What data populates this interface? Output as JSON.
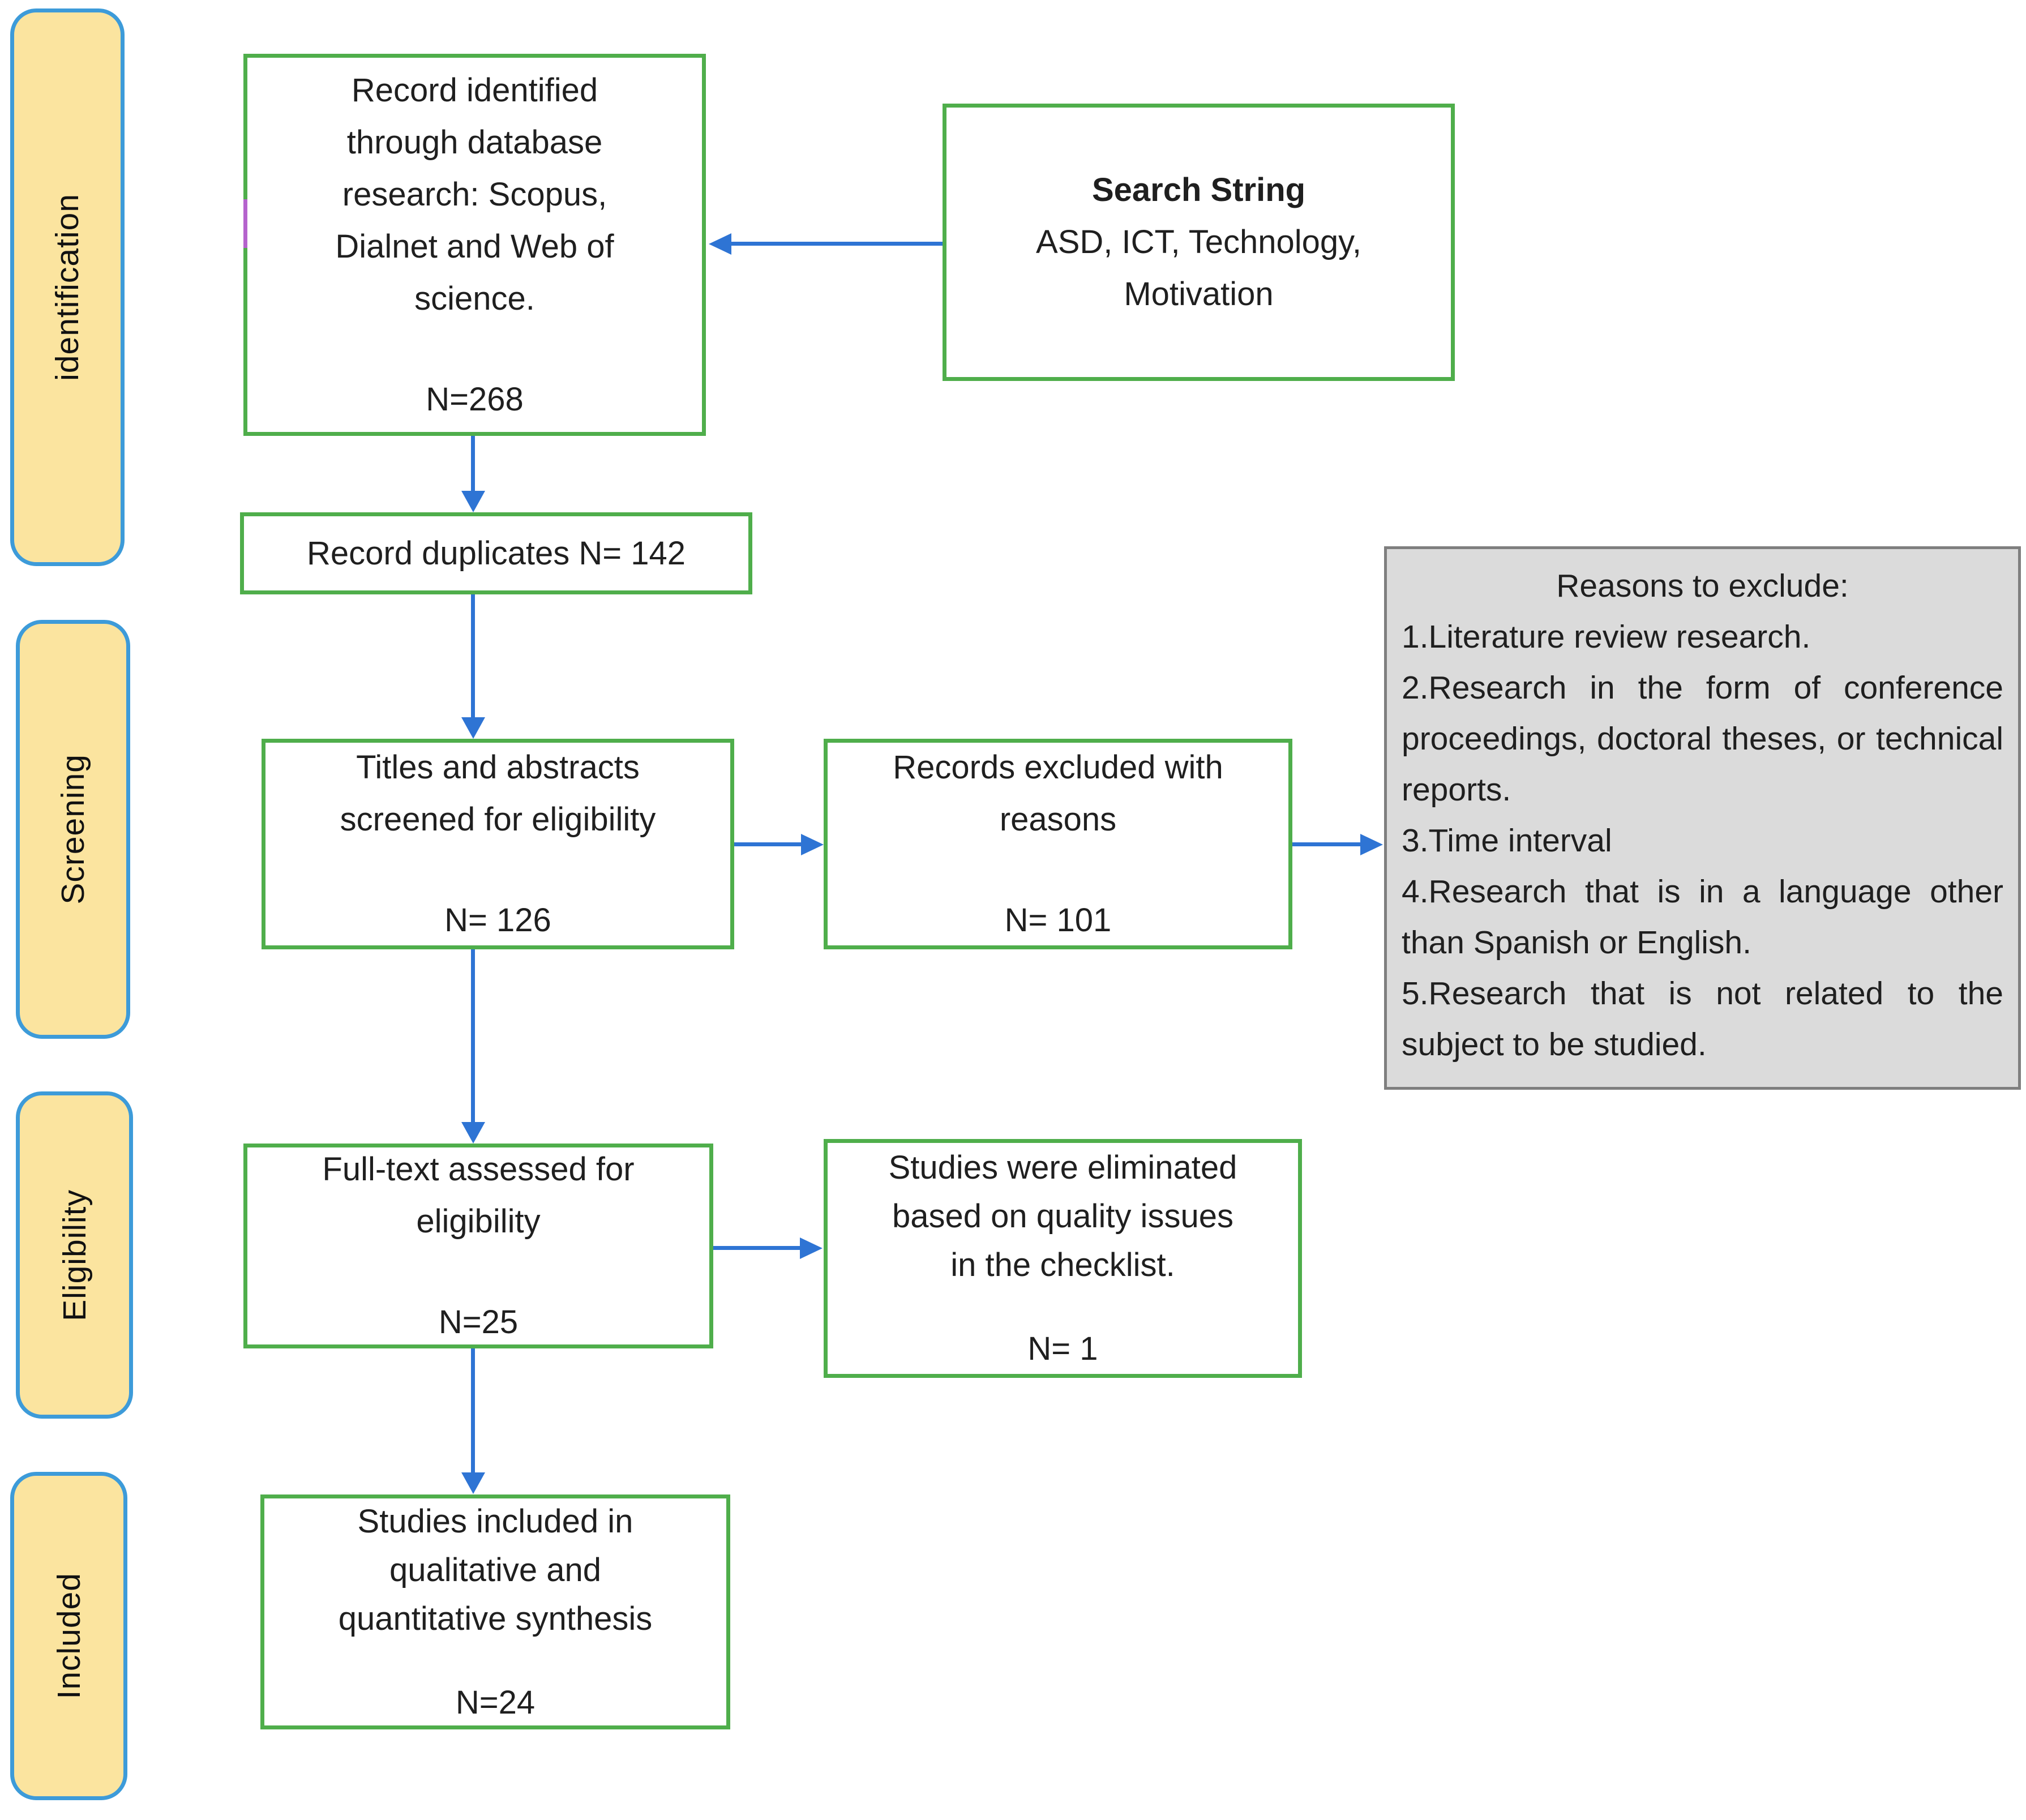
{
  "sidebar": {
    "stages": [
      {
        "label": "identification"
      },
      {
        "label": "Screening"
      },
      {
        "label": "Eligibility"
      },
      {
        "label": "Included"
      }
    ]
  },
  "boxes": {
    "record_identified": {
      "lines": [
        "Record identified",
        "through database",
        "research: Scopus,",
        "Dialnet and Web of",
        "science."
      ],
      "n": "N=268"
    },
    "search_string": {
      "title": "Search String",
      "lines": [
        "ASD, ICT, Technology,",
        "Motivation"
      ]
    },
    "record_duplicates": {
      "text": "Record duplicates N= 142"
    },
    "titles_abstracts": {
      "lines": [
        "Titles and abstracts",
        "screened for eligibility"
      ],
      "n": "N= 126"
    },
    "records_excluded": {
      "lines": [
        "Records excluded with",
        "reasons"
      ],
      "n": "N= 101"
    },
    "full_text": {
      "lines": [
        "Full-text assessed for",
        "eligibility"
      ],
      "n": "N=25"
    },
    "studies_eliminated": {
      "lines": [
        "Studies were eliminated",
        "based on quality issues",
        "in the checklist."
      ],
      "n": "N= 1"
    },
    "studies_included": {
      "lines": [
        "Studies included in",
        "qualitative and",
        "quantitative synthesis"
      ],
      "n": "N=24"
    }
  },
  "reasons_box": {
    "title": "Reasons to exclude:",
    "items": [
      "1.Literature review research.",
      "2.Research in the form of conference proceedings, doctoral theses, or technical reports.",
      "3.Time interval",
      "4.Research that is in a language other than Spanish or English.",
      "5.Research that is not related to the subject to be studied."
    ]
  },
  "colors": {
    "green_border": "#4fae4b",
    "blue_arrow": "#2e74d4",
    "stage_fill": "#fbe49f",
    "stage_border": "#3d9bd9",
    "reasons_fill": "#dbdbdb",
    "reasons_border": "#7f7f7f",
    "text": "#1f1f1f",
    "artifact_magenta": "#b563cd"
  }
}
